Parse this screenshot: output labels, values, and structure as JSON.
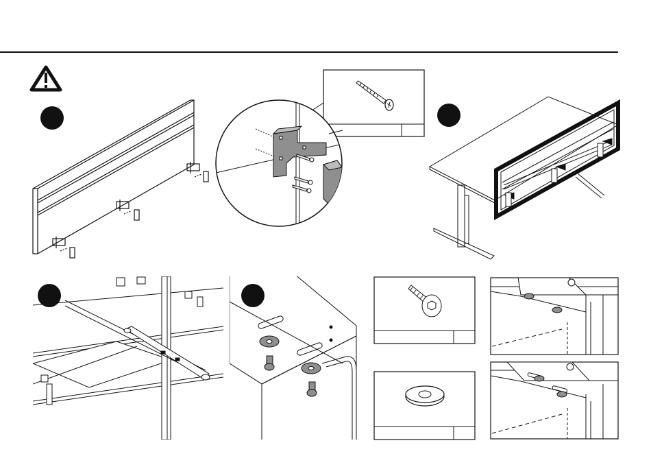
{
  "page": {
    "background": "#ffffff",
    "line_color": "#111111",
    "part_fill": "#8f8f8f",
    "part_fill_light": "#d9d9d9",
    "step_marker_color": "#111111"
  },
  "header": {
    "rule": "header-rule"
  },
  "warning": {
    "icon": "warning-triangle-icon"
  },
  "steps": [
    {
      "id": "step-1",
      "icon": "step-marker-icon",
      "illustration": "privacy-panel-with-brackets"
    },
    {
      "id": "step-2",
      "icon": "magnifier-circle-icon",
      "illustration": "bracket-screw-detail"
    },
    {
      "id": "step-3",
      "icon": "step-marker-icon",
      "illustration": "desk-with-panel-attached"
    },
    {
      "id": "step-4",
      "icon": "step-marker-icon",
      "illustration": "desk-underside-frame"
    },
    {
      "id": "step-5",
      "icon": "step-marker-icon",
      "illustration": "bolts-washers-detail"
    }
  ],
  "hardware": [
    {
      "id": "wood-screw",
      "icon": "wood-screw-icon"
    },
    {
      "id": "hex-bolt",
      "icon": "hex-socket-bolt-icon"
    },
    {
      "id": "washer",
      "icon": "flat-washer-icon"
    }
  ],
  "detail_views": [
    {
      "id": "detail-top",
      "icon": "mounted-bolt-detail"
    },
    {
      "id": "detail-bottom",
      "icon": "mounted-bolt-detail-alt"
    }
  ]
}
